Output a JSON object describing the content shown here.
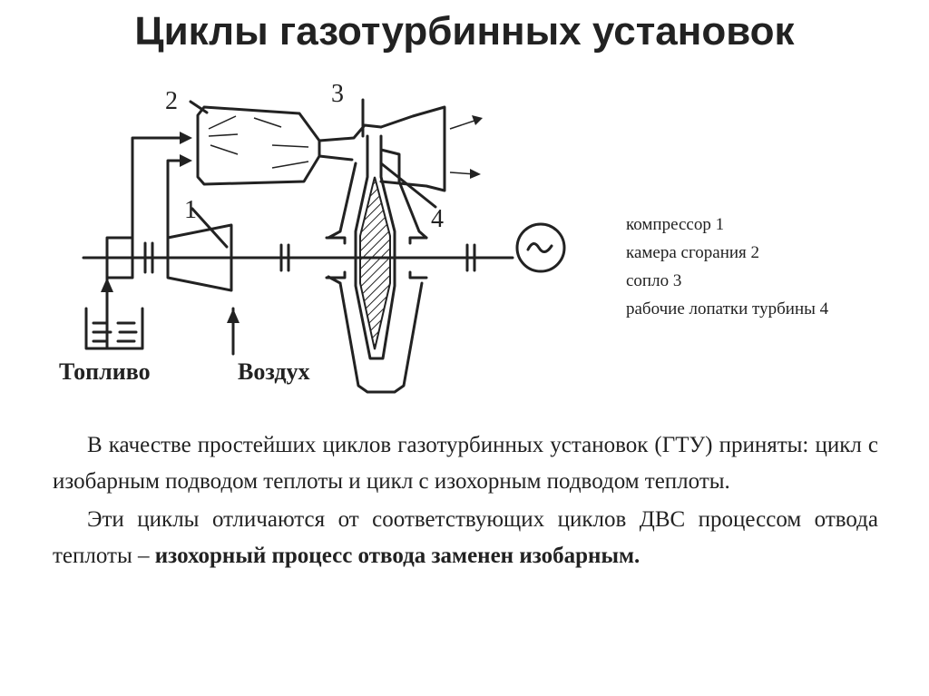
{
  "title": "Циклы газотурбинных установок",
  "diagram": {
    "labels": {
      "n1": "1",
      "n2": "2",
      "n3": "3",
      "n4": "4",
      "fuel": "Топливо",
      "air": "Воздух"
    }
  },
  "legend": [
    "компрессор 1",
    "камера сгорания 2",
    "сопло 3",
    "рабочие лопатки турбины  4"
  ],
  "paragraphs": {
    "p1": "В качестве простейших циклов газотурбинных установок (ГТУ) приняты: цикл с изобарным подводом теплоты и цикл с изохорным подводом теплоты.",
    "p2_plain": "Эти циклы отличаются от соответствующих циклов ДВС процессом отвода теплоты – ",
    "p2_bold": "изохорный процесс отвода заменен изобарным."
  }
}
